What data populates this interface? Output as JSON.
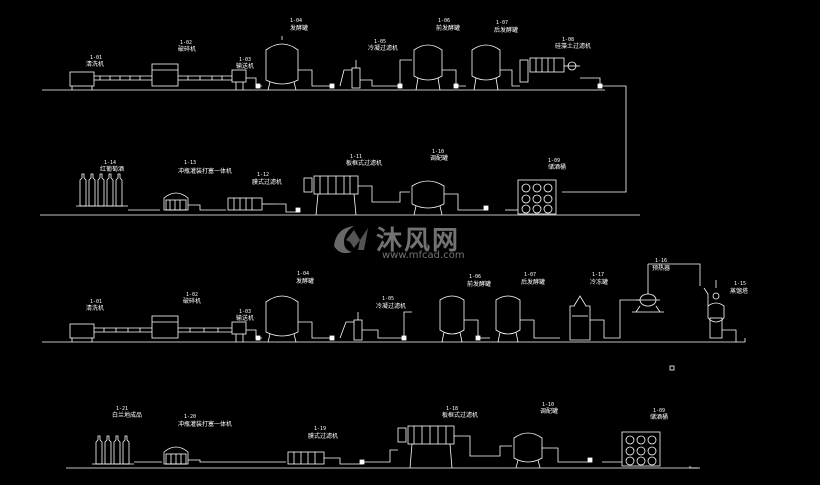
{
  "watermark": {
    "brand": "沐风网",
    "url": "www.mfcad.com"
  },
  "labels": {
    "r1_wash_code": "1-01",
    "r1_wash": "清洗机",
    "r1_crush_code": "1-02",
    "r1_crush": "破碎机",
    "r1_pump_code": "1-03",
    "r1_pump": "输送机",
    "r1_ferm_code": "1-04",
    "r1_ferm": "发酵罐",
    "r1_filt_code": "1-05",
    "r1_filt": "冷凝过滤机",
    "r1_front_code": "1-06",
    "r1_front": "前发酵罐",
    "r1_back_code": "1-07",
    "r1_back": "后发酵罐",
    "r1_diat_code": "1-08",
    "r1_diat": "硅藻土过滤机",
    "r2_bottle_code": "1-14",
    "r2_bottle": "红葡萄酒",
    "r2_fill_code": "1-13",
    "r2_fill": "冲瓶灌装打塞一体机",
    "r2_membrane_code": "1-12",
    "r2_membrane": "膜式过滤机",
    "r2_plate_code": "1-11",
    "r2_plate": "板框式过滤机",
    "r2_blend_code": "1-10",
    "r2_blend": "调配罐",
    "r2_storage_code": "1-09",
    "r2_storage": "储酒桶",
    "r3_wash_code": "1-01",
    "r3_wash": "清洗机",
    "r3_crush_code": "1-02",
    "r3_crush": "破碎机",
    "r3_pump_code": "1-03",
    "r3_pump": "输送机",
    "r3_ferm_code": "1-04",
    "r3_ferm": "发酵罐",
    "r3_filt_code": "1-05",
    "r3_filt": "冷凝过滤机",
    "r3_front_code": "1-06",
    "r3_front": "前发酵罐",
    "r3_back_code": "1-07",
    "r3_back": "后发酵罐",
    "r3_cold_code": "1-17",
    "r3_cold": "冷冻罐",
    "r3_heat_code": "1-16",
    "r3_heat": "预热器",
    "r3_still_code": "1-15",
    "r3_still": "蒸馏塔",
    "r4_bottle_code": "1-21",
    "r4_bottle": "白兰地成品",
    "r4_fill_code": "1-20",
    "r4_fill": "冲瓶灌装打塞一体机",
    "r4_membrane_code": "1-19",
    "r4_membrane": "膜式过滤机",
    "r4_plate_code": "1-18",
    "r4_plate": "板框式过滤机",
    "r4_blend_code": "1-10",
    "r4_blend": "调配罐",
    "r4_storage_code": "1-09",
    "r4_storage": "储酒桶"
  }
}
